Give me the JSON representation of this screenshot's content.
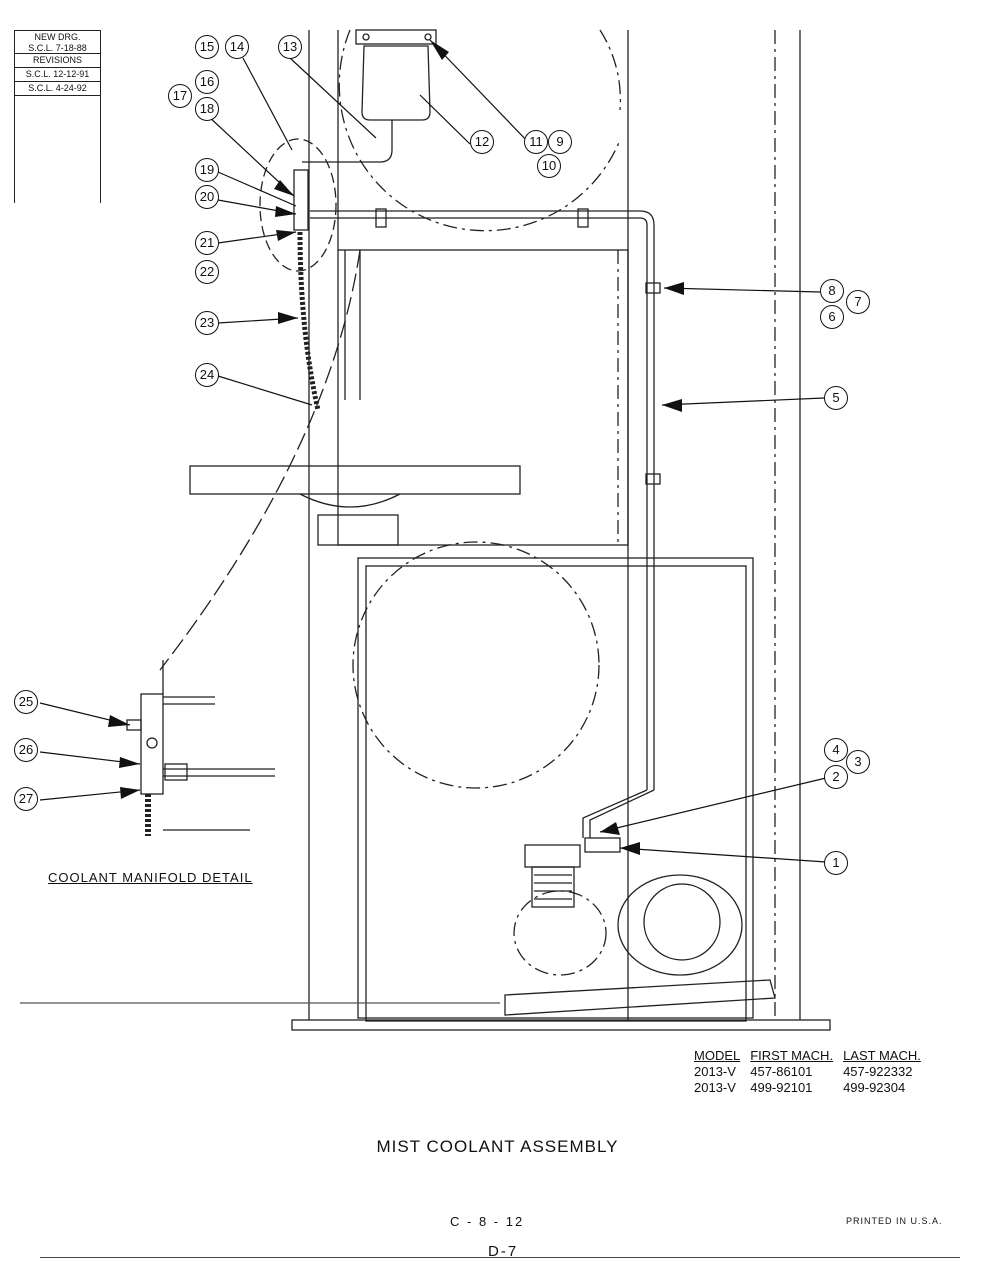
{
  "revision_block": {
    "header": [
      "NEW DRG.",
      "S.C.L. 7-18-88"
    ],
    "title": "REVISIONS",
    "entries": [
      "S.C.L. 12-12-91",
      "S.C.L. 4-24-92"
    ]
  },
  "callouts": {
    "c1": "1",
    "c2": "2",
    "c3": "3",
    "c4": "4",
    "c5": "5",
    "c6": "6",
    "c7": "7",
    "c8": "8",
    "c9": "9",
    "c10": "10",
    "c11": "11",
    "c12": "12",
    "c13": "13",
    "c14": "14",
    "c15": "15",
    "c16": "16",
    "c17": "17",
    "c18": "18",
    "c19": "19",
    "c20": "20",
    "c21": "21",
    "c22": "22",
    "c23": "23",
    "c24": "24",
    "c25": "25",
    "c26": "26",
    "c27": "27"
  },
  "detail_title": "COOLANT MANIFOLD DETAIL",
  "model_table": {
    "headers": [
      "MODEL",
      "FIRST MACH.",
      "LAST MACH."
    ],
    "rows": [
      [
        "2013-V",
        "457-86101",
        "457-922332"
      ],
      [
        "2013-V",
        "499-92101",
        "499-92304"
      ]
    ]
  },
  "title": "MIST COOLANT ASSEMBLY",
  "page_code": "C - 8 - 12",
  "printed_note": "PRINTED IN U.S.A.",
  "page_label": "D-7"
}
